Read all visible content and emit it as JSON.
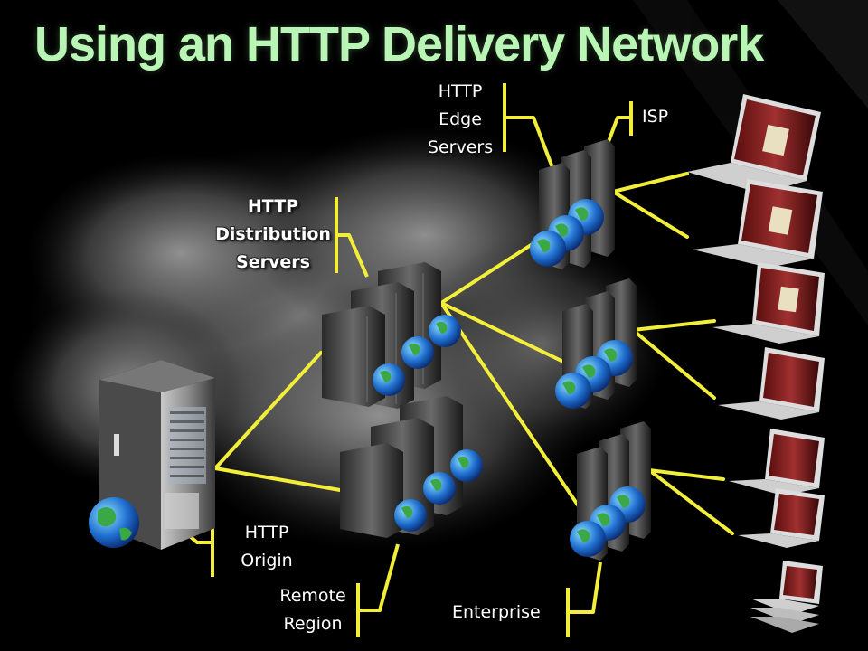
{
  "slide": {
    "title": "Using an HTTP Delivery Network"
  },
  "labels": {
    "edge_servers": "HTTP\nEdge\nServers",
    "isp": "ISP",
    "distribution_servers": "HTTP\nDistribution\nServers",
    "origin": "HTTP\nOrigin",
    "remote_region": "Remote\nRegion",
    "enterprise": "Enterprise"
  },
  "colors": {
    "link": "#f2ee3a",
    "title": "#b9f5b4",
    "background": "#000000"
  }
}
